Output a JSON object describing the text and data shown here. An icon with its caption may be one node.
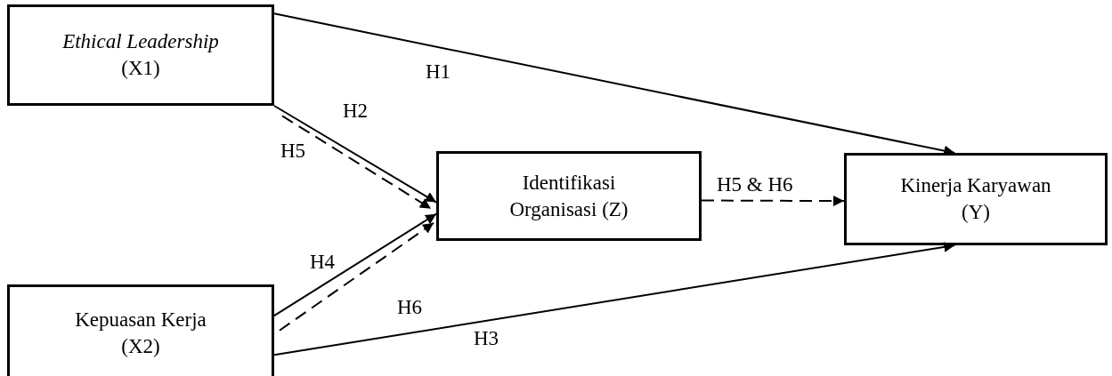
{
  "diagram": {
    "nodes": [
      {
        "text": [
          "*Ethical Leadership* (X1)"
        ]
      },
      {
        "text": [
          "Kepuasan Kerja (X2)"
        ]
      },
      {
        "text": [
          "Identifikasi Organisasi (Z)"
        ]
      },
      {
        "text": [
          "Kinerja Karyawan (Y)"
        ]
      }
    ],
    "edges": [
      {
        "from": 0,
        "to": 3,
        "arrow": "to",
        "label": "H1"
      },
      {
        "from": 0,
        "to": 2,
        "arrow": "to",
        "label": "H2"
      },
      {
        "from": 0,
        "to": 2,
        "arrow": "to",
        "label": "H5",
        "style": "dashed"
      },
      {
        "from": 1,
        "to": 2,
        "arrow": "to",
        "label": "H4"
      },
      {
        "from": 1,
        "to": 2,
        "arrow": "to",
        "label": "H6",
        "style": "dashed"
      },
      {
        "from": 1,
        "to": 3,
        "arrow": "to",
        "label": "H3"
      },
      {
        "from": 2,
        "to": 3,
        "arrow": "to",
        "label": "H5 & H6",
        "style": "dashed"
      }
    ]
  }
}
